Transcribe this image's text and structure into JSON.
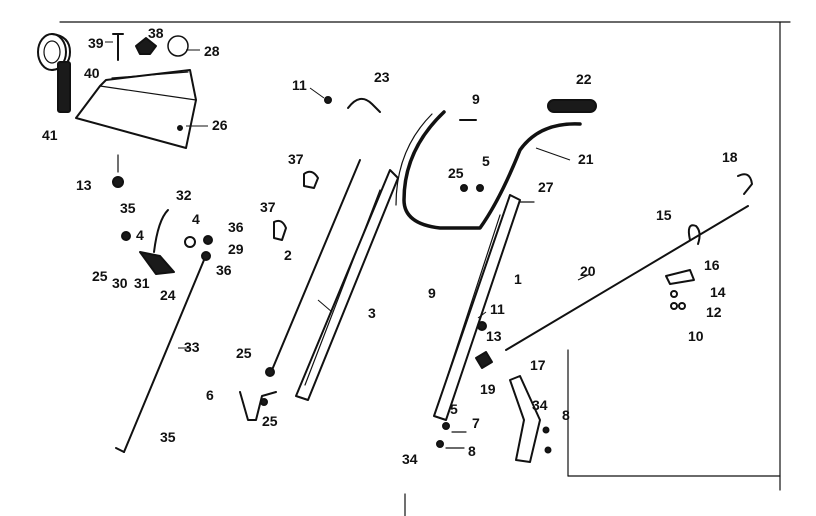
{
  "labels": {
    "p39": "39",
    "p38": "38",
    "p28": "28",
    "p40": "40",
    "p41": "41",
    "p26": "26",
    "p13a": "13",
    "p11a": "11",
    "p23": "23",
    "p9a": "9",
    "p22": "22",
    "p21": "21",
    "p37a": "37",
    "p25a": "25",
    "p5a": "5",
    "p27": "27",
    "p18": "18",
    "p35a": "35",
    "p4a": "4",
    "p32": "32",
    "p4b": "4",
    "p36a": "36",
    "p29": "29",
    "p36b": "36",
    "p37b": "37",
    "p2": "2",
    "p15": "15",
    "p25b": "25",
    "p30": "30",
    "p31": "31",
    "p24": "24",
    "p1": "1",
    "p20": "20",
    "p16": "16",
    "p14": "14",
    "p12": "12",
    "p10": "10",
    "p9b": "9",
    "p11b": "11",
    "p3": "3",
    "p13b": "13",
    "p33": "33",
    "p25c": "25",
    "p19": "19",
    "p17": "17",
    "p6": "6",
    "p25d": "25",
    "p34a": "34",
    "p8a": "8",
    "p5b": "5",
    "p7": "7",
    "p34b": "34",
    "p8b": "8",
    "p35b": "35"
  }
}
